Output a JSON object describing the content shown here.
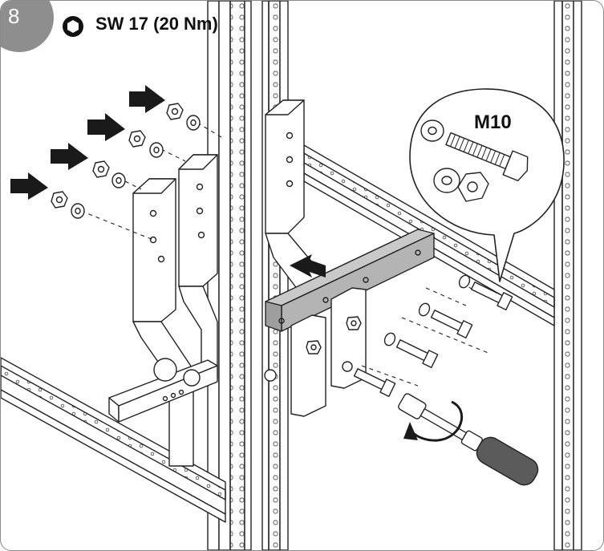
{
  "step": {
    "number": "8"
  },
  "tool": {
    "icon": "hex-socket-icon",
    "label": "SW 17 (20 Nm)"
  },
  "callout": {
    "label": "M10"
  },
  "colors": {
    "badge": "#8e8e8e",
    "line": "#222222",
    "arrow": "#1a1a1a",
    "bar_gray": "#b4b4b4"
  }
}
